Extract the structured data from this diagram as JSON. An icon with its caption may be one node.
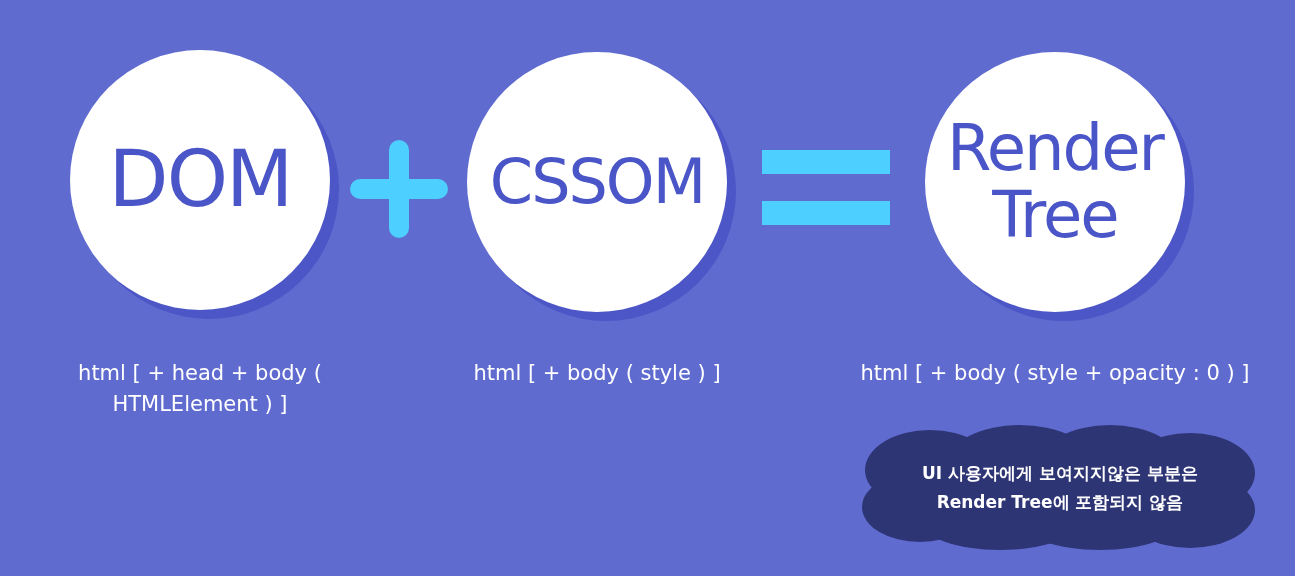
{
  "diagram": {
    "nodes": [
      {
        "text": [
          "DOM"
        ],
        "beside": [
          "html [ + head + body ( HTMLElement ) ]"
        ]
      },
      {
        "text": [
          "CSSOM"
        ],
        "beside": [
          "html [ + body ( style ) ]"
        ]
      },
      {
        "text": [
          "Render Tree"
        ],
        "beside": [
          "html [ + body ( style + opacity : 0 ) ]"
        ]
      },
      {
        "text": [
          "UI 사용자에게 보여지지않은 부분은 Render Tree에 포함되지 않음"
        ]
      }
    ],
    "edges": []
  }
}
